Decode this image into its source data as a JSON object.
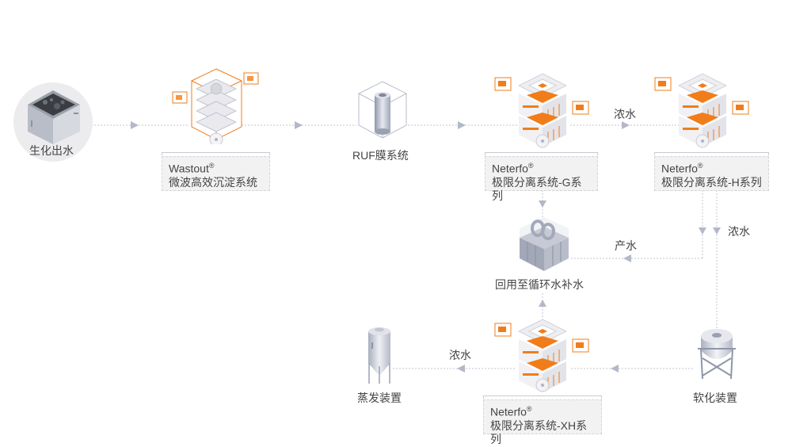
{
  "diagram": {
    "colors": {
      "accent": "#f07d1a",
      "line": "#b8bccb",
      "arrow": "#b3b8c8",
      "box_bg": "#f2f2f3",
      "text": "#444444",
      "source_circle": "#ececee"
    },
    "nodes": {
      "source": {
        "label": "生化出水",
        "icon": "bio-tank-icon"
      },
      "wastout": {
        "brand": "Wastout",
        "mark": "®",
        "label": "微波高效沉淀系统",
        "icon": "sedimentation-system-icon"
      },
      "ruf": {
        "label": "RUF膜系统",
        "icon": "membrane-cylinder-icon"
      },
      "neterfo_g": {
        "brand": "Neterfo",
        "mark": "®",
        "label": "极限分离系统-G系列",
        "icon": "separation-stack-icon"
      },
      "neterfo_h": {
        "brand": "Neterfo",
        "mark": "®",
        "label": "极限分离系统-H系列",
        "icon": "separation-stack-icon"
      },
      "reuse": {
        "label": "回用至循环水补水",
        "icon": "recycle-tank-icon"
      },
      "neterfo_xh": {
        "brand": "Neterfo",
        "mark": "®",
        "label": "极限分离系统-XH系列",
        "icon": "separation-stack-icon"
      },
      "softening": {
        "label": "软化装置",
        "icon": "softening-tank-icon"
      },
      "evaporation": {
        "label": "蒸发装置",
        "icon": "evaporator-silo-icon"
      }
    },
    "flow_labels": {
      "g_to_h": "浓水",
      "h_to_reuse": "产水",
      "h_to_softening": "浓水",
      "xh_to_evaporation": "浓水"
    }
  }
}
